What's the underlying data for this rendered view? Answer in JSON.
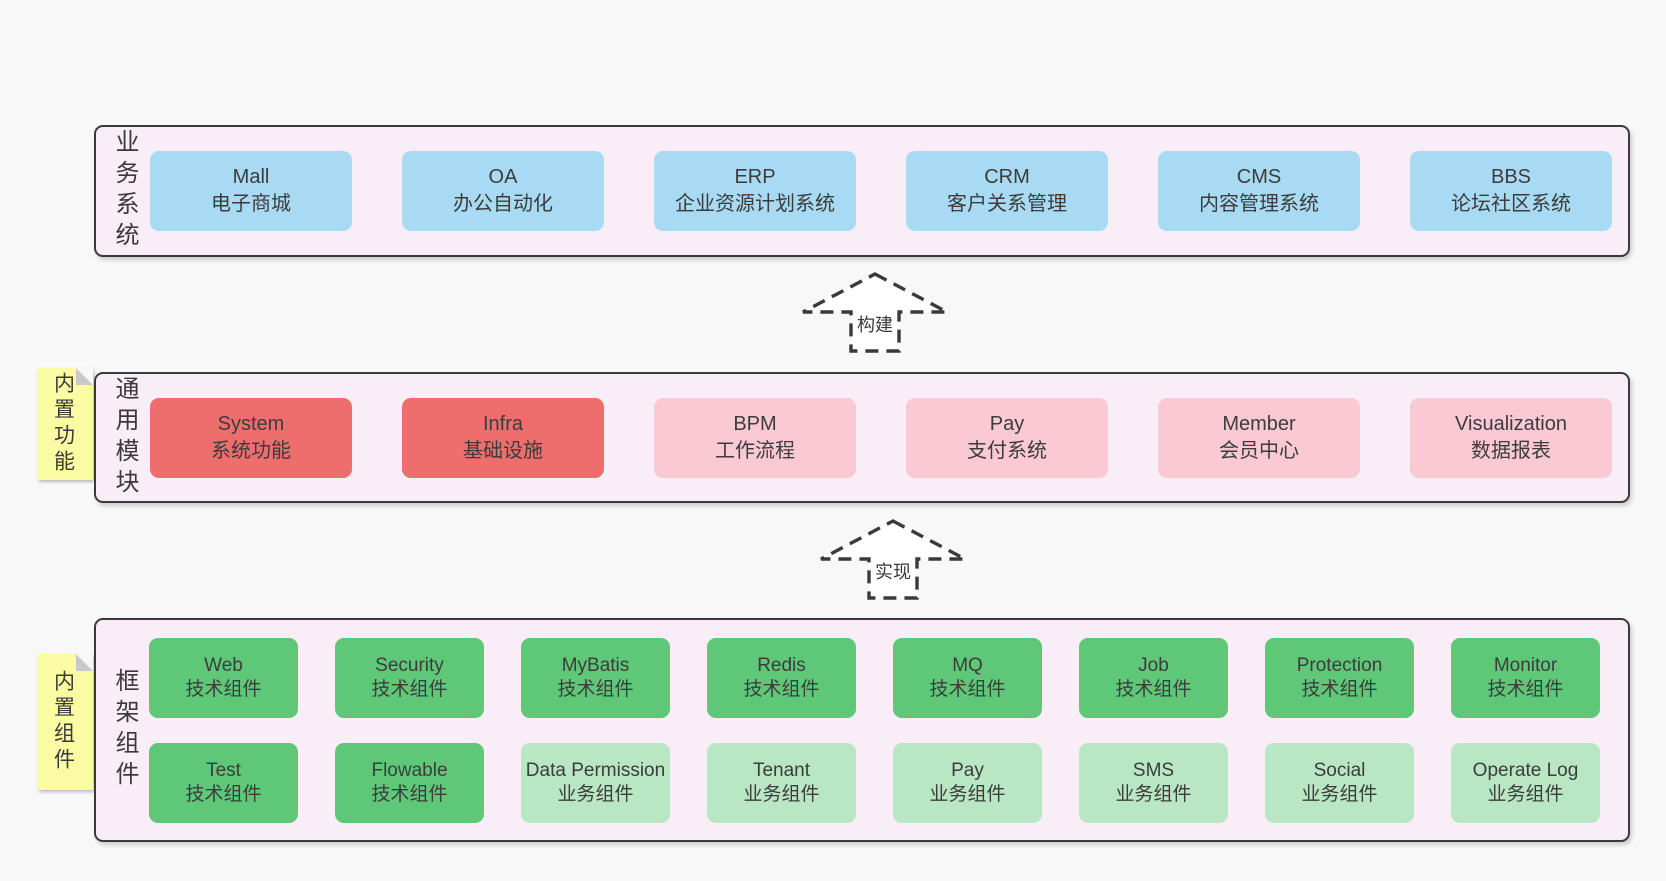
{
  "colors": {
    "page_bg": "#f8f8f8",
    "band_bg": "#f9edf7",
    "band_border": "#3a3a3a",
    "box_blue": "#a8daf3",
    "box_red": "#ee6d6d",
    "box_pink": "#fac9d3",
    "box_green": "#5fc878",
    "box_light_green": "#b9e6c3",
    "note_yellow": "#fbfba3"
  },
  "arrows": [
    {
      "label": "构建"
    },
    {
      "label": "实现"
    }
  ],
  "bands": [
    {
      "label": "业务系统",
      "boxes": [
        {
          "en": "Mall",
          "zh": "电子商城"
        },
        {
          "en": "OA",
          "zh": "办公自动化"
        },
        {
          "en": "ERP",
          "zh": "企业资源计划系统"
        },
        {
          "en": "CRM",
          "zh": "客户关系管理"
        },
        {
          "en": "CMS",
          "zh": "内容管理系统"
        },
        {
          "en": "BBS",
          "zh": "论坛社区系统"
        }
      ]
    },
    {
      "label": "通用模块",
      "note": "内置功能",
      "boxes": [
        {
          "en": "System",
          "zh": "系统功能",
          "variant": "red"
        },
        {
          "en": "Infra",
          "zh": "基础设施",
          "variant": "red"
        },
        {
          "en": "BPM",
          "zh": "工作流程",
          "variant": "pink"
        },
        {
          "en": "Pay",
          "zh": "支付系统",
          "variant": "pink"
        },
        {
          "en": "Member",
          "zh": "会员中心",
          "variant": "pink"
        },
        {
          "en": "Visualization",
          "zh": "数据报表",
          "variant": "pink"
        }
      ]
    },
    {
      "label": "框架组件",
      "note": "内置组件",
      "rows": [
        [
          {
            "en": "Web",
            "zh": "技术组件",
            "variant": "green"
          },
          {
            "en": "Security",
            "zh": "技术组件",
            "variant": "green"
          },
          {
            "en": "MyBatis",
            "zh": "技术组件",
            "variant": "green"
          },
          {
            "en": "Redis",
            "zh": "技术组件",
            "variant": "green"
          },
          {
            "en": "MQ",
            "zh": "技术组件",
            "variant": "green"
          },
          {
            "en": "Job",
            "zh": "技术组件",
            "variant": "green"
          },
          {
            "en": "Protection",
            "zh": "技术组件",
            "variant": "green"
          },
          {
            "en": "Monitor",
            "zh": "技术组件",
            "variant": "green"
          }
        ],
        [
          {
            "en": "Test",
            "zh": "技术组件",
            "variant": "green"
          },
          {
            "en": "Flowable",
            "zh": "技术组件",
            "variant": "green"
          },
          {
            "en": "Data Permission",
            "zh": "业务组件",
            "variant": "lgreen"
          },
          {
            "en": "Tenant",
            "zh": "业务组件",
            "variant": "lgreen"
          },
          {
            "en": "Pay",
            "zh": "业务组件",
            "variant": "lgreen"
          },
          {
            "en": "SMS",
            "zh": "业务组件",
            "variant": "lgreen"
          },
          {
            "en": "Social",
            "zh": "业务组件",
            "variant": "lgreen"
          },
          {
            "en": "Operate Log",
            "zh": "业务组件",
            "variant": "lgreen"
          }
        ]
      ]
    }
  ]
}
